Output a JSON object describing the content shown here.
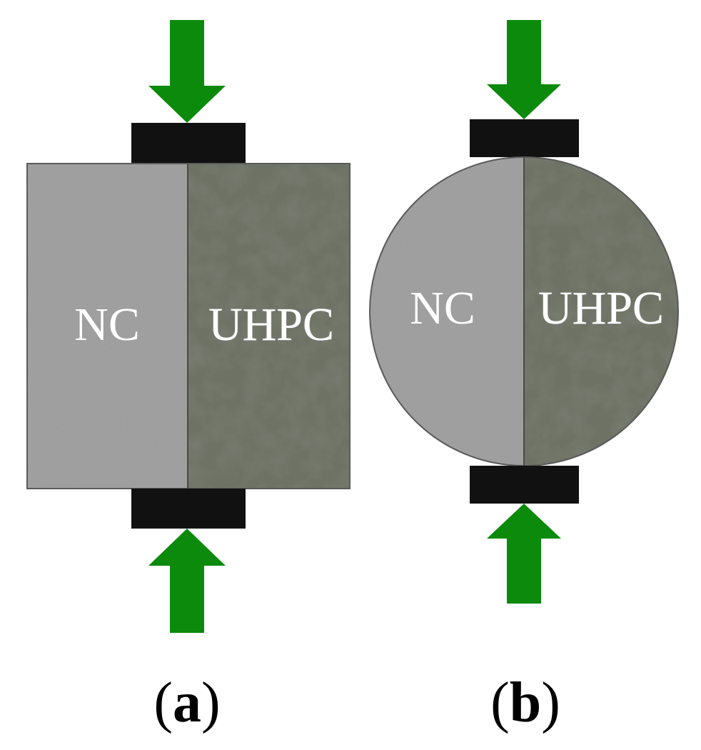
{
  "panels": [
    {
      "id": "a",
      "caption_open": "(",
      "caption_letter": "a",
      "caption_close": ")",
      "left_label": "NC",
      "right_label": "UHPC"
    },
    {
      "id": "b",
      "caption_open": "(",
      "caption_letter": "b",
      "caption_close": ")",
      "left_label": "NC",
      "right_label": "UHPC"
    }
  ],
  "colors": {
    "nc": "#9d9d9d",
    "uhpc": "#6e7265",
    "platen": "#111111",
    "arrow": "#0b8a0b",
    "caption": "#000000"
  },
  "icons": {
    "load_arrow": "down-arrow-icon / up-arrow-icon"
  }
}
